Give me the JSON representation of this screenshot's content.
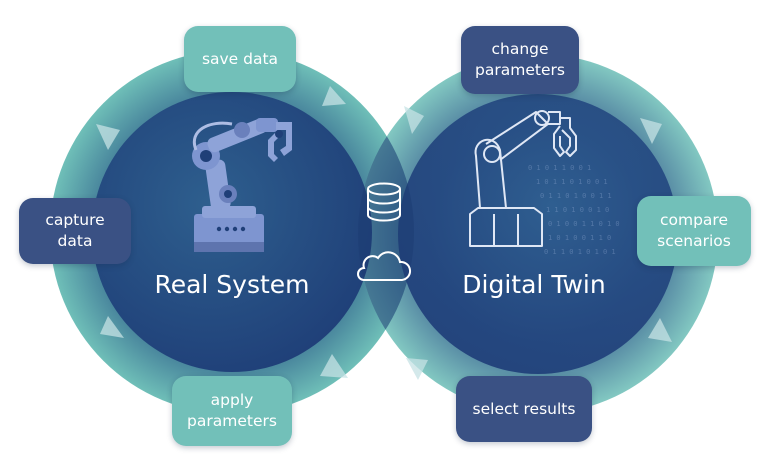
{
  "diagram": {
    "real_system": {
      "label": "Real System"
    },
    "digital_twin": {
      "label": "Digital Twin"
    },
    "steps": {
      "save_data": "save data",
      "capture_data": "capture\ndata",
      "apply_parameters": "apply\nparameters",
      "change_parameters": "change\nparameters",
      "compare_scenarios": "compare\nscenarios",
      "select_results": "select results"
    },
    "center_icons": [
      "database-icon",
      "cloud-icon"
    ],
    "colors": {
      "outer_teal": "#6fbfb8",
      "inner_navy": "#2b4a86",
      "badge_teal": "#72c0b9",
      "badge_navy": "#3a5184",
      "robot_blue": "#7e95d0"
    }
  }
}
